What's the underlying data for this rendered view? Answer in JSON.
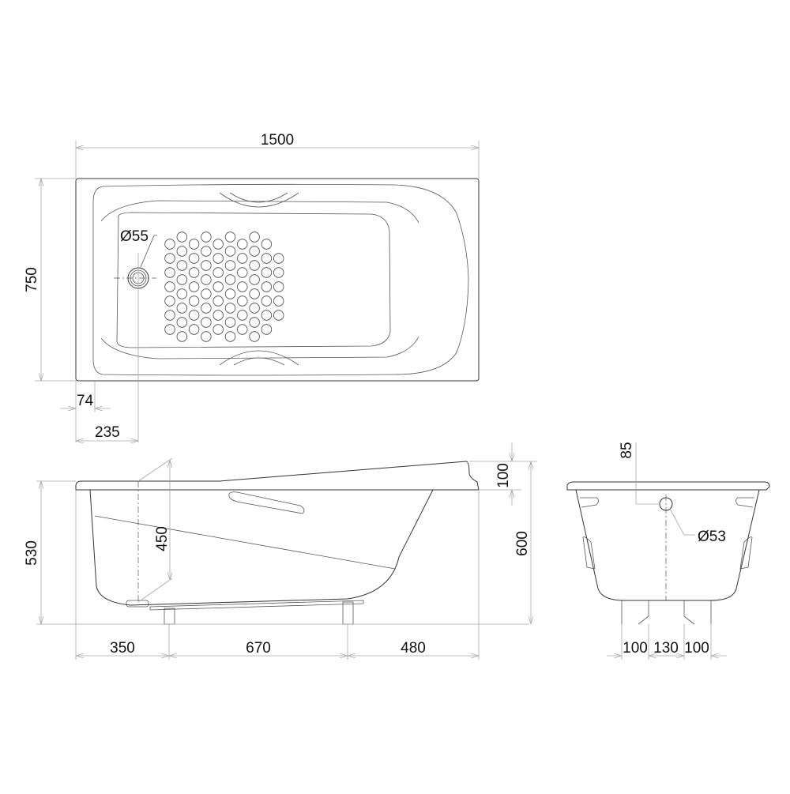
{
  "drawing": {
    "title": "Bathtub technical drawing",
    "line_color": "#333333",
    "dimension_color": "#a8a8a8",
    "views": {
      "top": {
        "width_label": "1500",
        "depth_label": "750",
        "drain_offset_label": "74",
        "drain_center_label": "235",
        "drain_diameter_label": "Ø55",
        "anti_slip_dots": {
          "rows": 15,
          "columns": 10
        }
      },
      "side": {
        "height_label": "530",
        "inner_depth_label": "450",
        "total_height_label": "600",
        "rim_rise_label": "100",
        "leg_spacing_labels": [
          "350",
          "670",
          "480"
        ]
      },
      "end": {
        "overflow_offset_label": "85",
        "overflow_diameter_label": "Ø53",
        "leg_width_labels": [
          "100",
          "130",
          "100"
        ]
      }
    }
  }
}
